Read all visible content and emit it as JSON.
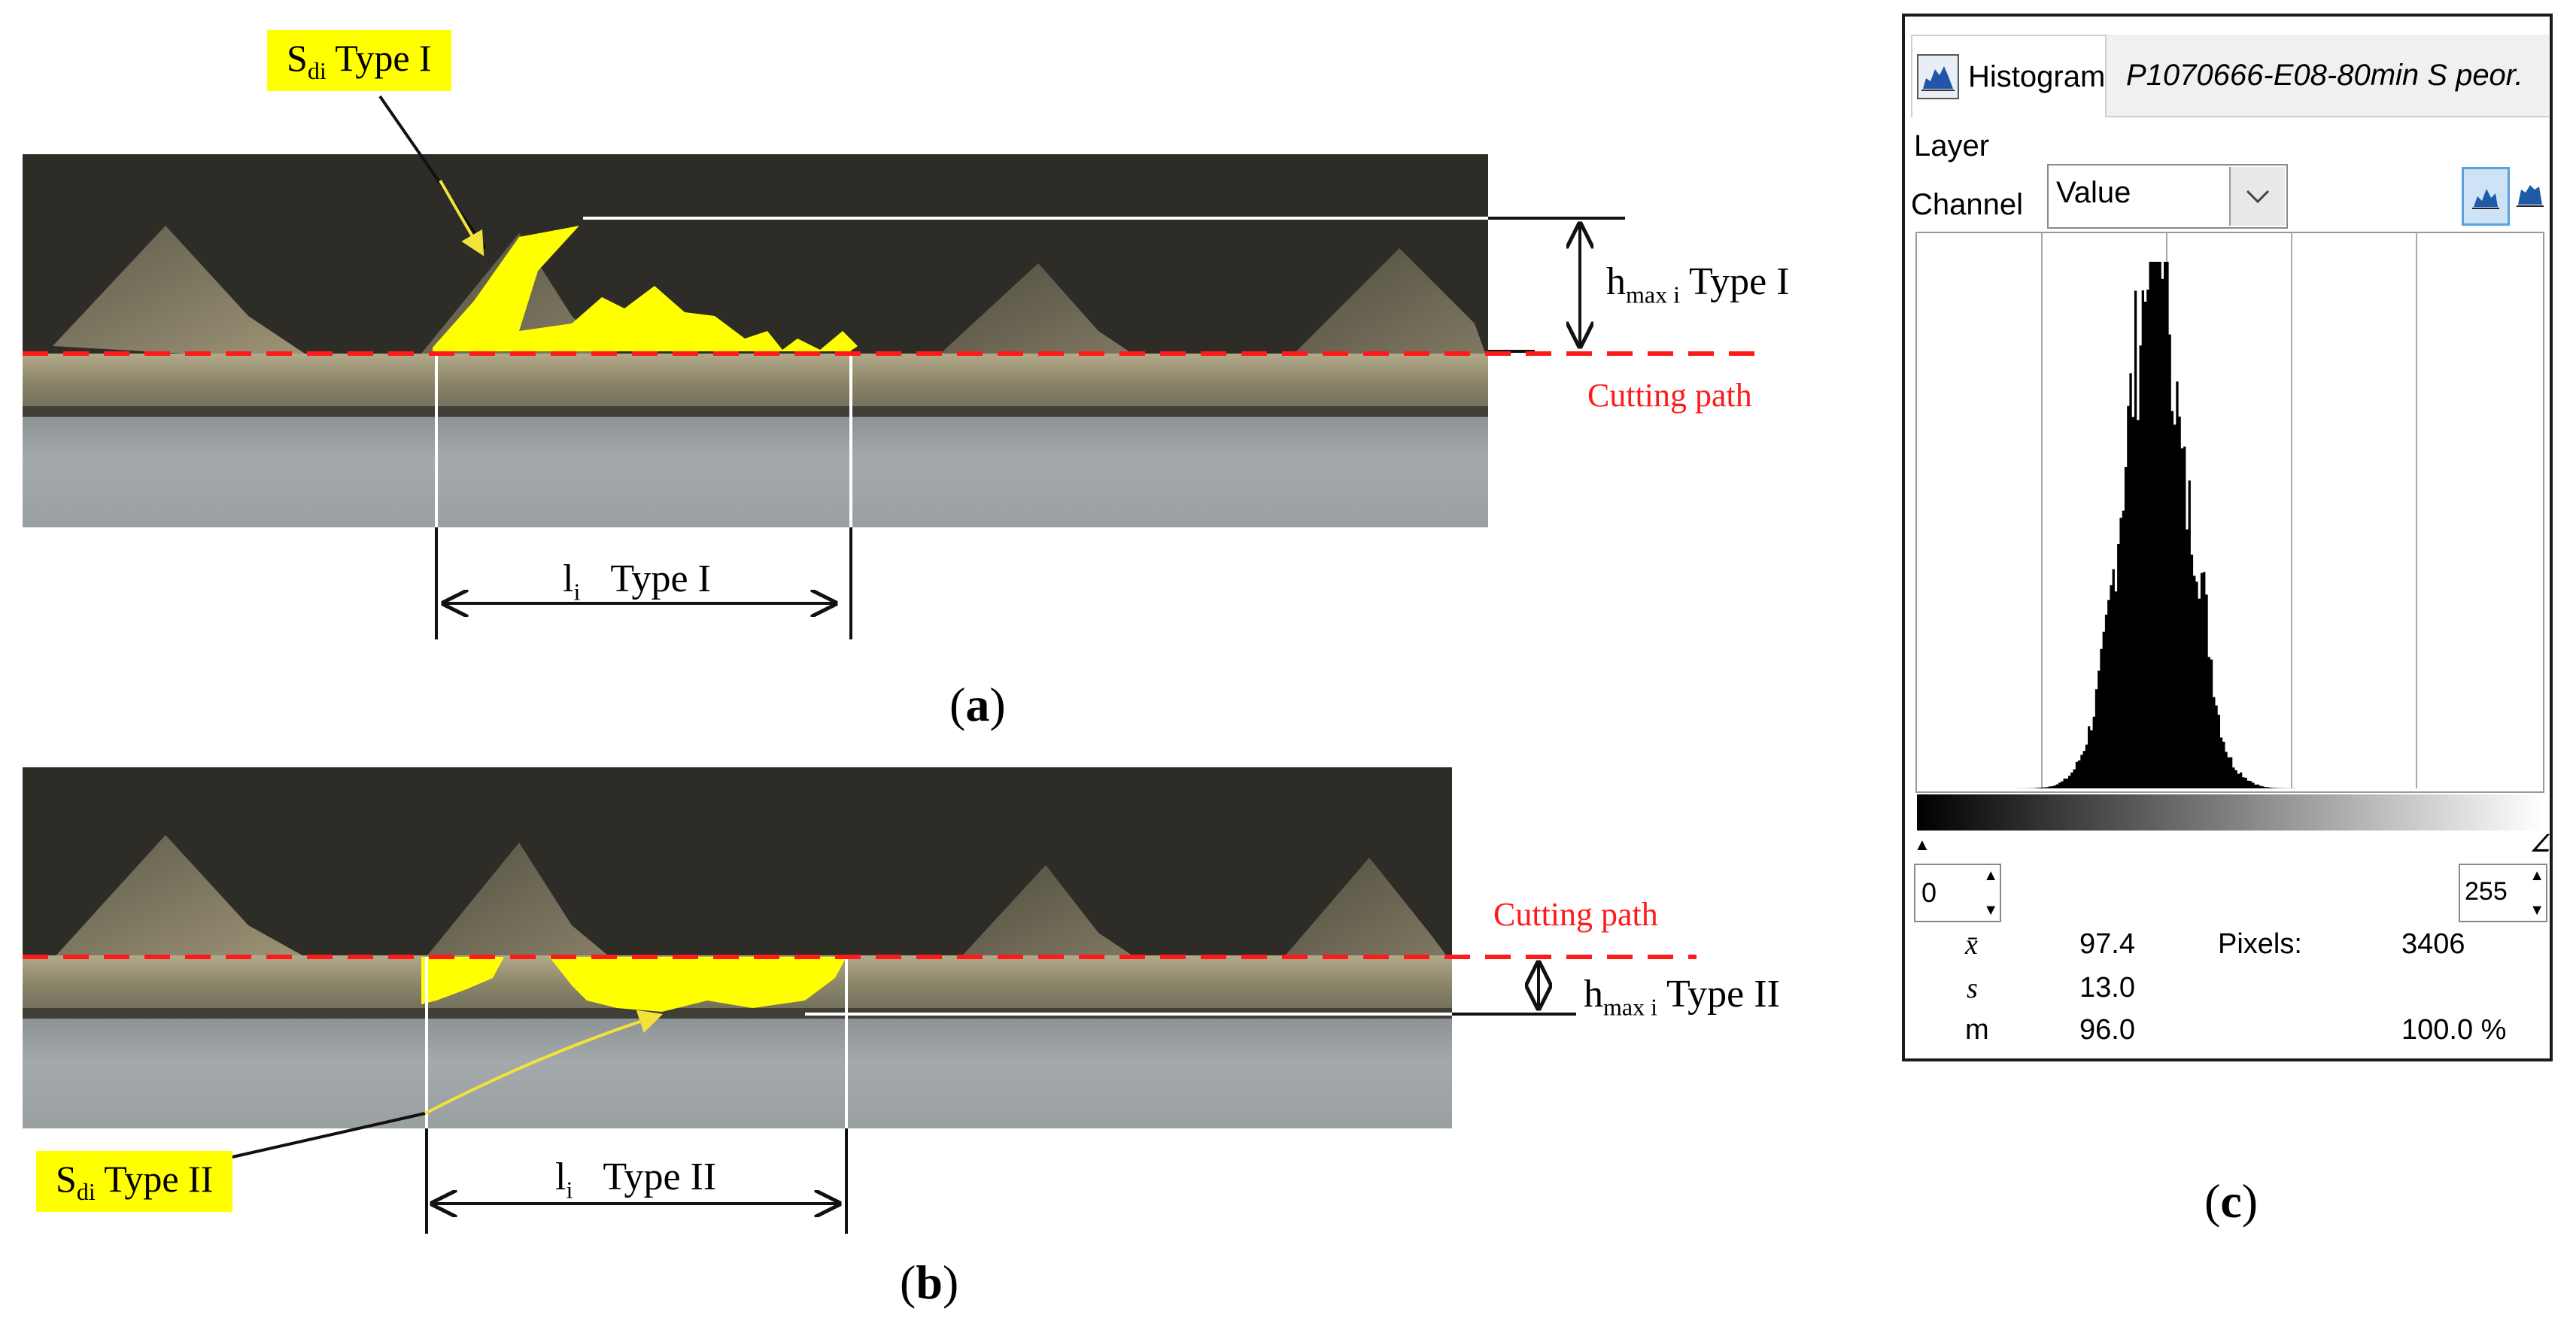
{
  "panel_a": {
    "sdi_label": "Sdi Type I",
    "sdi_main": "S",
    "sdi_sub": "di",
    "sdi_rest": " Type I",
    "hmax_main": "h",
    "hmax_sub": "max i",
    "hmax_rest": " Type I",
    "cutting_path": "Cutting path",
    "li_main": "l",
    "li_sub": "i",
    "li_rest": "Type I",
    "letter": "a"
  },
  "panel_b": {
    "sdi_main": "S",
    "sdi_sub": "di",
    "sdi_rest": " Type II",
    "hmax_main": "h",
    "hmax_sub": "max i",
    "hmax_rest": " Type II",
    "cutting_path": "Cutting path",
    "li_main": "l",
    "li_sub": "i",
    "li_rest": "Type II",
    "letter": "b"
  },
  "panel_c": {
    "letter": "c",
    "tab_histogram": "Histogram",
    "tab_file": "P1070666-E08-80min S peor.",
    "layer_label": "Layer",
    "channel_label": "Channel",
    "channel_value": "Value",
    "range_min": "0",
    "range_max": "255",
    "stats": {
      "mean_symbol": "x̄",
      "mean_value": "97.4",
      "std_symbol": "s",
      "std_value": "13.0",
      "median_symbol": "m",
      "median_value": "96.0",
      "pixels_label": "Pixels:",
      "pixels_value": "3406",
      "percent_value": "100.0 %"
    }
  },
  "colors": {
    "highlight": "#ffff00",
    "cutting_path": "#ff1a1a",
    "annotation_arrow": "#f2e23a",
    "histogram_fill": "#000000",
    "photo_dark": "#2d2c27",
    "photo_light": "#9ba1a3"
  },
  "icons": [
    "histogram-tab-icon",
    "chevron-down-icon",
    "linear-histogram-icon",
    "log-histogram-icon",
    "spin-up-icon",
    "spin-down-icon"
  ]
}
